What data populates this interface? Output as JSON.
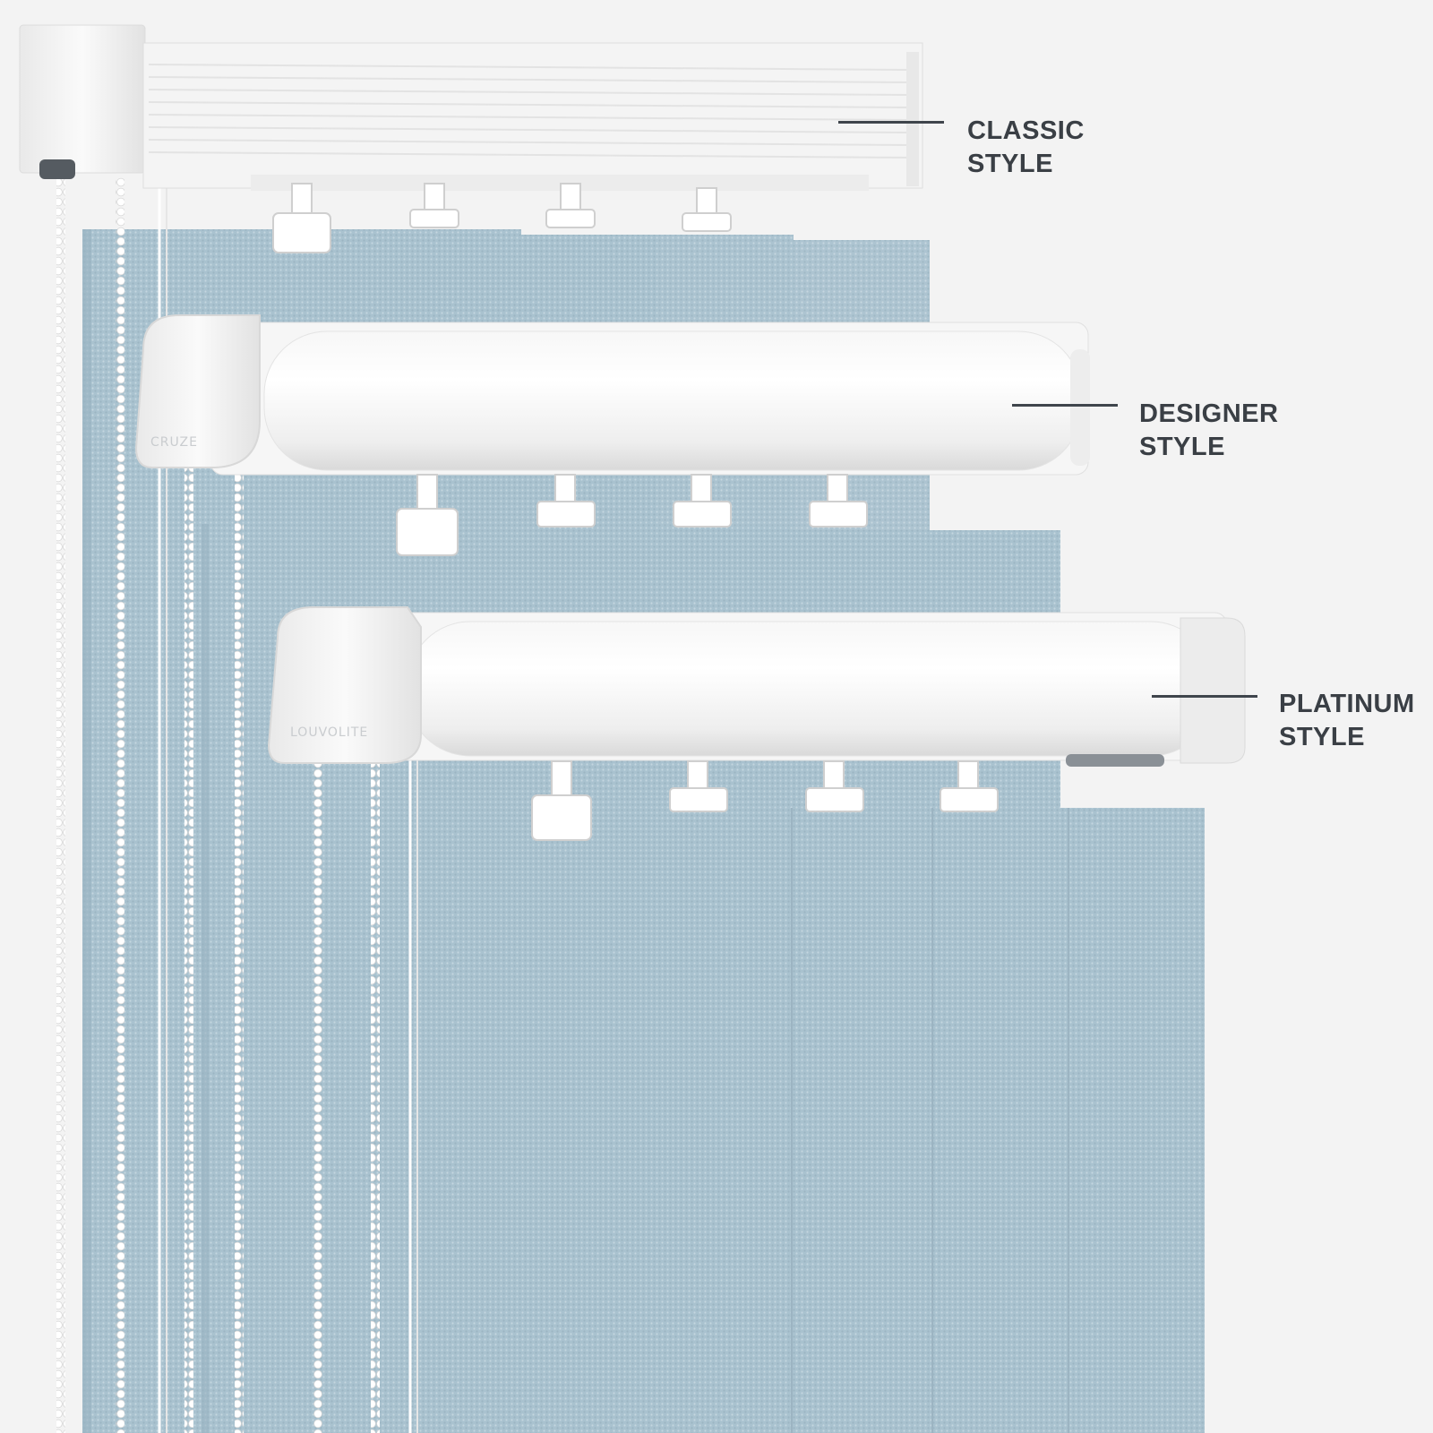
{
  "labels": {
    "classic": {
      "line1": "CLASSIC",
      "line2": "STYLE"
    },
    "designer": {
      "line1": "DESIGNER",
      "line2": "STYLE"
    },
    "platinum": {
      "line1": "PLATINUM",
      "line2": "STYLE"
    }
  },
  "brands": {
    "designer_endcap": "CRUZE",
    "platinum_endcap": "LOUVOLITE"
  },
  "colors": {
    "background": "#f3f3f3",
    "fabric": "#a9c2cf",
    "headrail": "#ffffff",
    "leader_line": "#3f454c",
    "label_text": "#3a3f45"
  }
}
